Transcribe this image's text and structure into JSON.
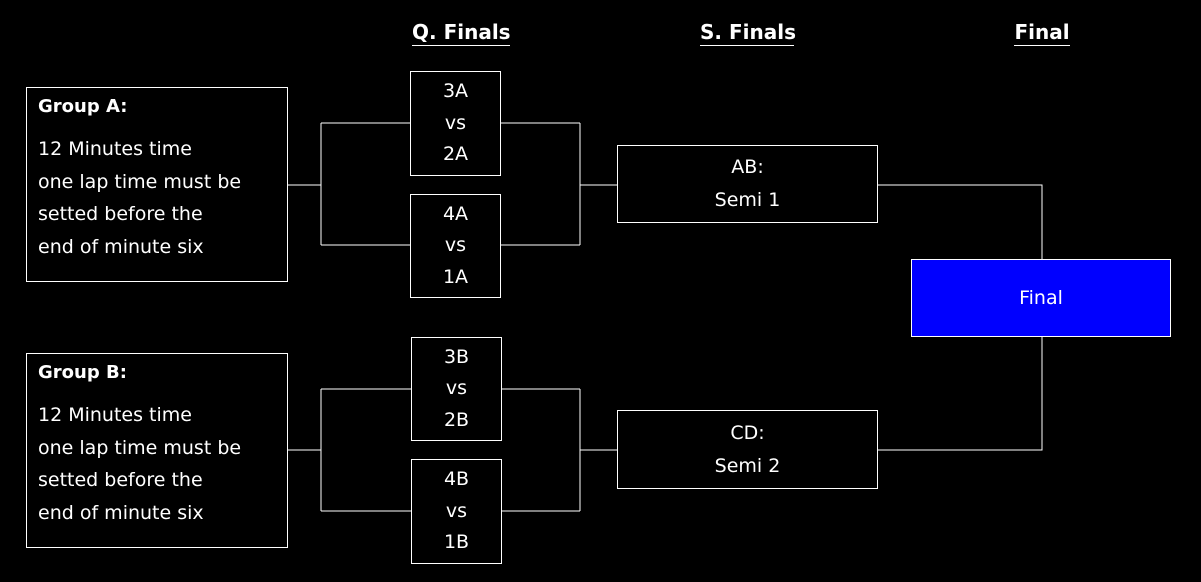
{
  "headers": {
    "quarter": "Q. Finals",
    "semi": "S. Finals",
    "final": "Final"
  },
  "groups": [
    {
      "title": "Group A:",
      "lines": [
        "12 Minutes time",
        "one lap time must be",
        "setted before the",
        "end of minute six"
      ]
    },
    {
      "title": "Group B:",
      "lines": [
        "12 Minutes time",
        "one lap time must be",
        "setted before the",
        "end of minute six"
      ]
    }
  ],
  "quarter_finals": [
    {
      "top": "3A",
      "vs": "vs",
      "bottom": "2A"
    },
    {
      "top": "4A",
      "vs": "vs",
      "bottom": "1A"
    },
    {
      "top": "3B",
      "vs": "vs",
      "bottom": "2B"
    },
    {
      "top": "4B",
      "vs": "vs",
      "bottom": "1B"
    }
  ],
  "semi_finals": [
    {
      "label": "AB:",
      "name": "Semi 1"
    },
    {
      "label": "CD:",
      "name": "Semi 2"
    }
  ],
  "final": {
    "label": "Final",
    "color": "#0000ff"
  }
}
